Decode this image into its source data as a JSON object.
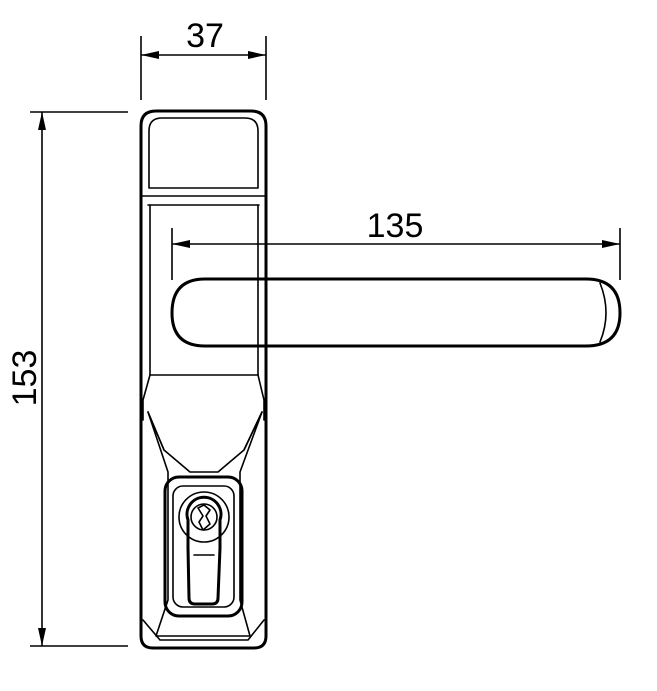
{
  "dimensions": {
    "width": "37",
    "lever_length": "135",
    "height": "153"
  },
  "colors": {
    "line": "#000000",
    "background": "#ffffff"
  }
}
